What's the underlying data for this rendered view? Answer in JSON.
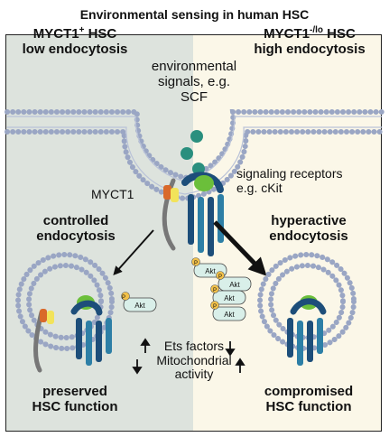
{
  "title": "Environmental sensing in human  HSC",
  "left_header": {
    "line1": "MYCT1",
    "line1_sup": "+",
    "line1_rest": " HSC",
    "line2": "low endocytosis"
  },
  "right_header": {
    "line1": "MYCT1",
    "line1_sup": "-/lo",
    "line1_rest": " HSC",
    "line2": "high endocytosis"
  },
  "environment": {
    "line1": "environmental",
    "line2": "signals, e.g.",
    "line3": "SCF"
  },
  "receptors": {
    "line1": "signaling receptors",
    "line2": "e.g. cKit"
  },
  "myct1_label": "MYCT1",
  "controlled": {
    "line1": "controlled",
    "line2": "endocytosis"
  },
  "hyperactive": {
    "line1": "hyperactive",
    "line2": "endocytosis"
  },
  "factors": {
    "line1": "Ets factors",
    "line2": "Mitochondrial",
    "line3": "activity"
  },
  "preserved": {
    "line1": "preserved",
    "line2": "HSC function"
  },
  "compromised": {
    "line1": "compromised",
    "line2": "HSC function"
  },
  "akt_label": "Akt",
  "p_label": "P",
  "colors": {
    "left_bg": "#dde3dd",
    "right_bg": "#fbf7e8",
    "membrane": "#9aa6c4",
    "ligand": "#2a8f7e",
    "receptor_dark": "#1d4e7a",
    "receptor_mid": "#2d7fa6",
    "receptor_green": "#6bbf3a",
    "myct_orange": "#d9692a",
    "myct_yellow": "#f2e35a",
    "akt_fill": "#d9efe9",
    "phospho": "#f2c14a"
  }
}
